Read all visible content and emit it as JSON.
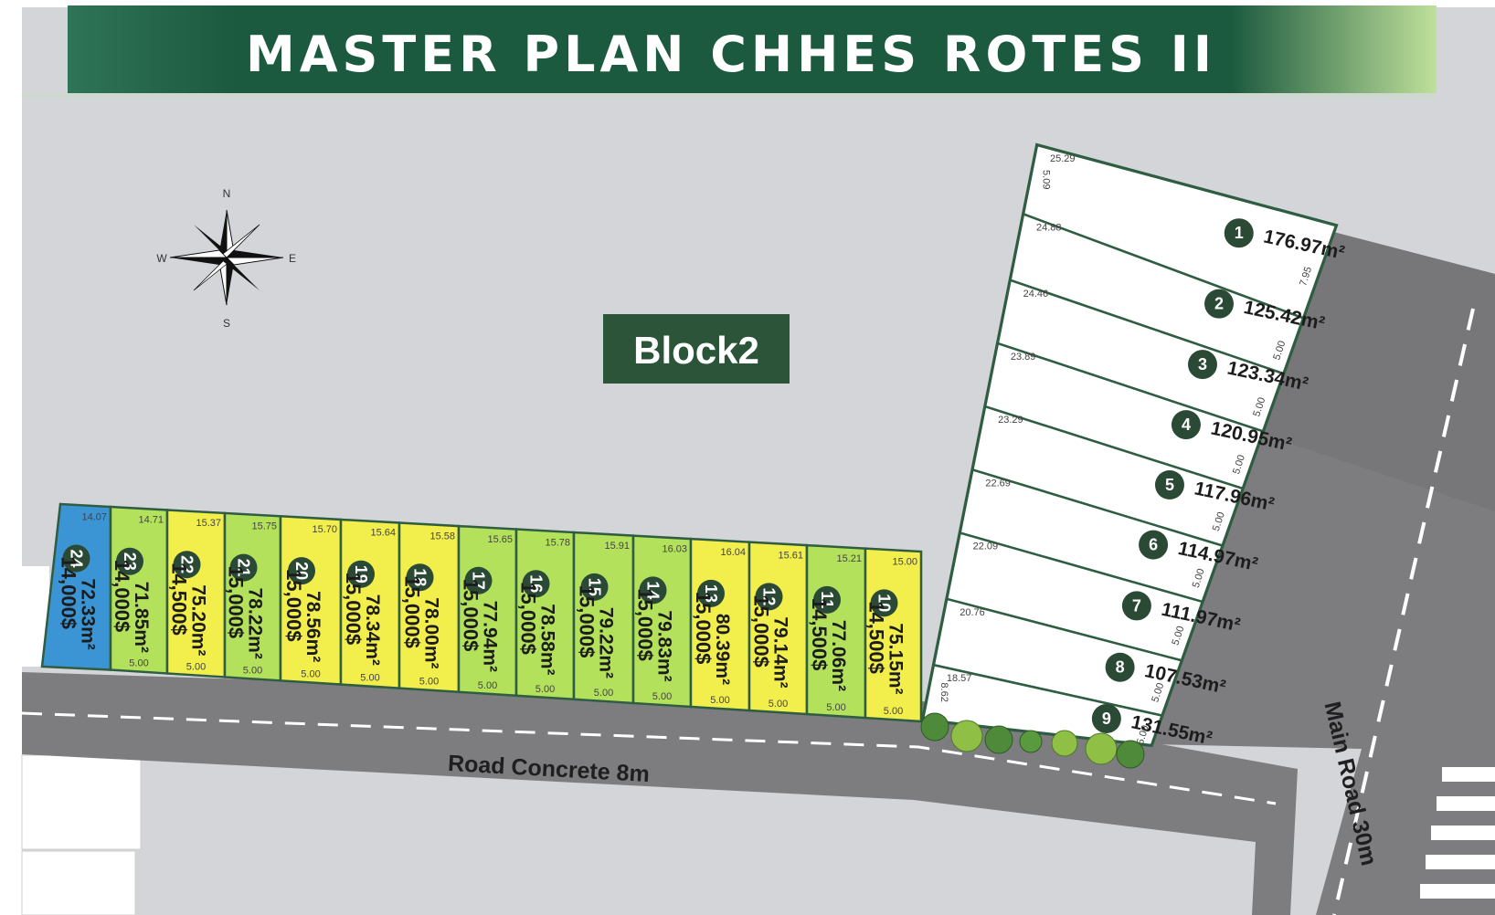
{
  "title": "MASTER PLAN CHHES ROTES II",
  "block_label": "Block2",
  "road_label": "Road Concrete 8m",
  "main_road_label": "Main Road 30m",
  "compass": {
    "n": "N",
    "s": "S",
    "e": "E",
    "w": "W"
  },
  "colors": {
    "title_band": "#1e5a40",
    "block_bg": "#2b5438",
    "lot_border": "#2f5d42",
    "sold_green": "#b3e15b",
    "available_yellow": "#f2ee4c",
    "reserved_blue": "#3b94d4",
    "road": "#7d7d80",
    "ground": "#d4d5d9"
  },
  "area_unit": "m²",
  "lots_right": [
    {
      "num": "1",
      "area": "176.97",
      "depth": "25.29",
      "front_left": "5.09",
      "front_right": "7.95"
    },
    {
      "num": "2",
      "area": "125.42",
      "depth": "24.88",
      "front_right": "5.00"
    },
    {
      "num": "3",
      "area": "123.34",
      "depth": "24.46",
      "front_right": "5.00"
    },
    {
      "num": "4",
      "area": "120.95",
      "depth": "23.89",
      "front_right": "5.00"
    },
    {
      "num": "5",
      "area": "117.96",
      "depth": "23.29",
      "front_right": "5.00"
    },
    {
      "num": "6",
      "area": "114.97",
      "depth": "22.69",
      "front_right": "5.00"
    },
    {
      "num": "7",
      "area": "111.97",
      "depth": "22.09",
      "front_right": "5.00"
    },
    {
      "num": "8",
      "area": "107.53",
      "depth": "20.76",
      "front_right": "5.00"
    },
    {
      "num": "9",
      "area": "131.55",
      "depth": "18.57",
      "front_left": "8.62",
      "front_right": "5.00"
    }
  ],
  "lots_bottom": [
    {
      "num": "24",
      "area": "72.33",
      "price": "14,000$",
      "depth": "14.07",
      "status": "blue"
    },
    {
      "num": "23",
      "area": "71.85",
      "price": "14,000$",
      "depth": "14.71",
      "width": "5.00",
      "status": "green"
    },
    {
      "num": "22",
      "area": "75.20",
      "price": "14,500$",
      "depth": "15.37",
      "width": "5.00",
      "status": "yellow"
    },
    {
      "num": "21",
      "area": "78.22",
      "price": "15,000$",
      "depth": "15.75",
      "width": "5.00",
      "status": "green"
    },
    {
      "num": "20",
      "area": "78.56",
      "price": "15,000$",
      "depth": "15.70",
      "width": "5.00",
      "status": "yellow"
    },
    {
      "num": "19",
      "area": "78.34",
      "price": "15,000$",
      "depth": "15.64",
      "width": "5.00",
      "status": "yellow"
    },
    {
      "num": "18",
      "area": "78.00",
      "price": "15,000$",
      "depth": "15.58",
      "width": "5.00",
      "status": "yellow"
    },
    {
      "num": "17",
      "area": "77.94",
      "price": "15,000$",
      "depth": "15.65",
      "width": "5.00",
      "status": "green"
    },
    {
      "num": "16",
      "area": "78.58",
      "price": "15,000$",
      "depth": "15.78",
      "width": "5.00",
      "status": "green"
    },
    {
      "num": "15",
      "area": "79.22",
      "price": "15,000$",
      "depth": "15.91",
      "width": "5.00",
      "status": "green"
    },
    {
      "num": "14",
      "area": "79.83",
      "price": "15,000$",
      "depth": "16.03",
      "width": "5.00",
      "status": "green"
    },
    {
      "num": "13",
      "area": "80.39",
      "price": "15,000$",
      "depth": "16.04",
      "width": "5.00",
      "status": "yellow"
    },
    {
      "num": "12",
      "area": "79.14",
      "price": "15,000$",
      "depth": "15.61",
      "width": "5.00",
      "status": "yellow"
    },
    {
      "num": "11",
      "area": "77.06",
      "price": "14,500$",
      "depth": "15.21",
      "width": "5.00",
      "status": "green"
    },
    {
      "num": "10",
      "area": "75.15",
      "price": "14,500$",
      "depth": "15.00",
      "width": "5.00",
      "status": "yellow"
    }
  ]
}
